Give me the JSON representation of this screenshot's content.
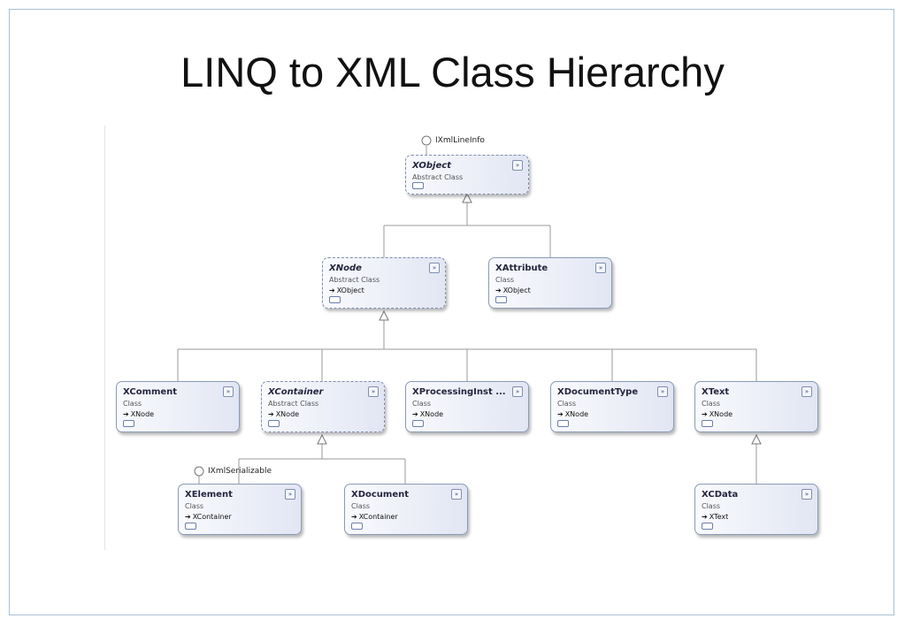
{
  "slide": {
    "title": "LINQ to XML Class Hierarchy"
  },
  "diagram": {
    "interfaces": {
      "xobject_iface": "IXmlLineInfo",
      "xelement_iface": "IXmlSerializable"
    },
    "classes": {
      "xobject": {
        "name": "XObject",
        "kind": "Abstract Class",
        "base": ""
      },
      "xnode": {
        "name": "XNode",
        "kind": "Abstract Class",
        "base": "XObject"
      },
      "xattribute": {
        "name": "XAttribute",
        "kind": "Class",
        "base": "XObject"
      },
      "xcomment": {
        "name": "XComment",
        "kind": "Class",
        "base": "XNode"
      },
      "xcontainer": {
        "name": "XContainer",
        "kind": "Abstract Class",
        "base": "XNode"
      },
      "xprocessing": {
        "name": "XProcessingInst ...",
        "kind": "Class",
        "base": "XNode"
      },
      "xdoctype": {
        "name": "XDocumentType",
        "kind": "Class",
        "base": "XNode"
      },
      "xtext": {
        "name": "XText",
        "kind": "Class",
        "base": "XNode"
      },
      "xelement": {
        "name": "XElement",
        "kind": "Class",
        "base": "XContainer"
      },
      "xdocument": {
        "name": "XDocument",
        "kind": "Class",
        "base": "XContainer"
      },
      "xcdata": {
        "name": "XCData",
        "kind": "Class",
        "base": "XText"
      }
    },
    "colors": {
      "box_border": "#8a9bb8",
      "box_fill_light": "#f9fafe",
      "box_fill_dark": "#e2e6f3",
      "connector": "#9a9a9a"
    }
  }
}
